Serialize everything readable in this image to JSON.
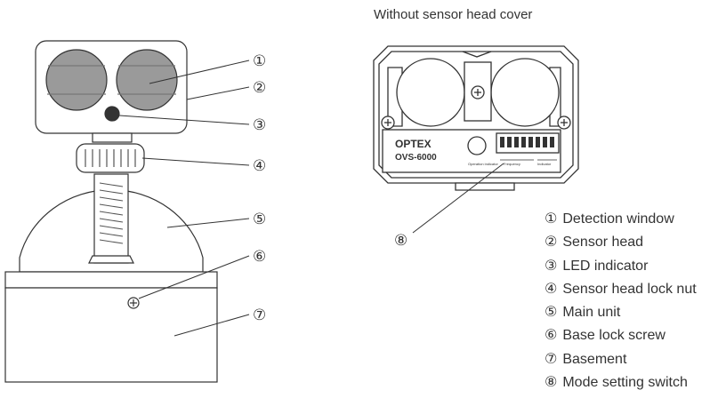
{
  "caption": "Without sensor head cover",
  "callouts": [
    "①",
    "②",
    "③",
    "④",
    "⑤",
    "⑥",
    "⑦",
    "⑧"
  ],
  "device": {
    "brand": "OPTEX",
    "model": "OVS-6000",
    "indicator_label": "Operation indicator",
    "switch_labels": [
      "Frequency",
      "Indicator"
    ]
  },
  "legend": [
    {
      "num": "①",
      "text": "Detection window"
    },
    {
      "num": "②",
      "text": "Sensor head"
    },
    {
      "num": "③",
      "text": "LED indicator"
    },
    {
      "num": "④",
      "text": "Sensor head lock nut"
    },
    {
      "num": "⑤",
      "text": "Main unit"
    },
    {
      "num": "⑥",
      "text": "Base lock screw"
    },
    {
      "num": "⑦",
      "text": "Basement"
    },
    {
      "num": "⑧",
      "text": "Mode setting switch"
    }
  ],
  "colors": {
    "line": "#333333",
    "window": "#9a9a9a",
    "window_dark": "#6e6e6e"
  }
}
